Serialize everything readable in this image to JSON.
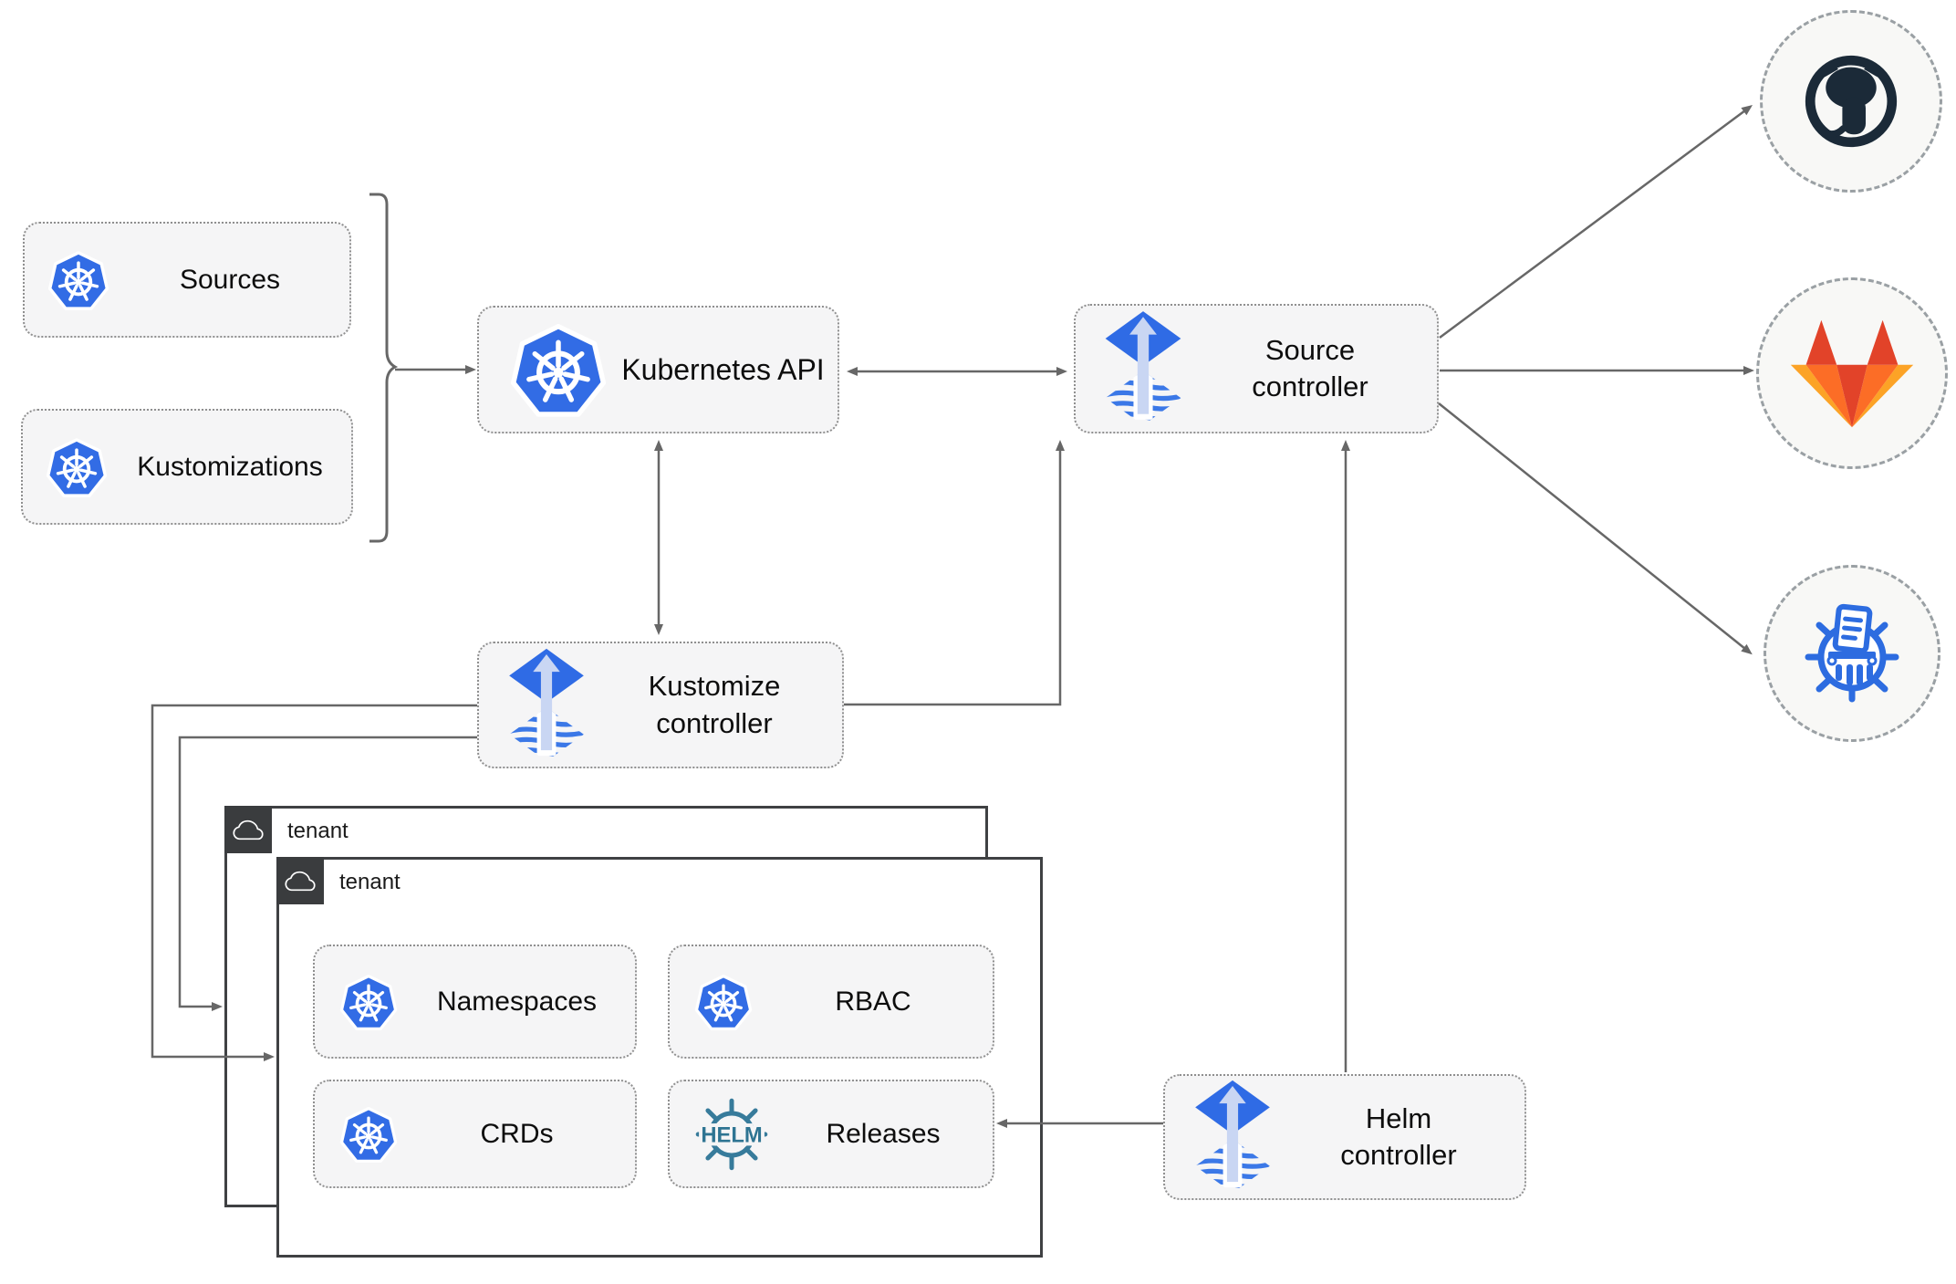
{
  "nodes": {
    "sources": {
      "label": "Sources"
    },
    "kustomizations": {
      "label": "Kustomizations"
    },
    "kubernetes_api": {
      "label": "Kubernetes API"
    },
    "source_controller": {
      "line1": "Source",
      "line2": "controller"
    },
    "kustomize_controller": {
      "line1": "Kustomize",
      "line2": "controller"
    },
    "helm_controller": {
      "line1": "Helm",
      "line2": "controller"
    },
    "tenant_back": {
      "label": "tenant"
    },
    "tenant_front": {
      "label": "tenant"
    },
    "namespaces": {
      "label": "Namespaces"
    },
    "rbac": {
      "label": "RBAC"
    },
    "crds": {
      "label": "CRDs"
    },
    "releases": {
      "label": "Releases"
    }
  },
  "icons": {
    "kubernetes": "kubernetes-wheel",
    "flux": "flux-diamonds",
    "cloud": "cloud-outline",
    "github": "github-octocat",
    "gitlab": "gitlab-tanuki",
    "chartmuseum": "chartmuseum-wheel",
    "helm_wheel": "helm-wheel",
    "helm_wheel_text": "HELM"
  },
  "colors": {
    "kubernetes_blue": "#326ce5",
    "flux_blue": "#2f6be5",
    "flux_light_arrow": "#c9d6f3",
    "github_dark": "#1b2a38",
    "gitlab_red": "#e24329",
    "gitlab_orange": "#fc6d26",
    "gitlab_yellow": "#fca326",
    "helm_teal": "#377b9b",
    "chartmuseum_blue": "#2d6ce0",
    "arrow_gray": "#676767",
    "node_fill": "#f5f5f6",
    "tenant_border": "#3f4143"
  }
}
